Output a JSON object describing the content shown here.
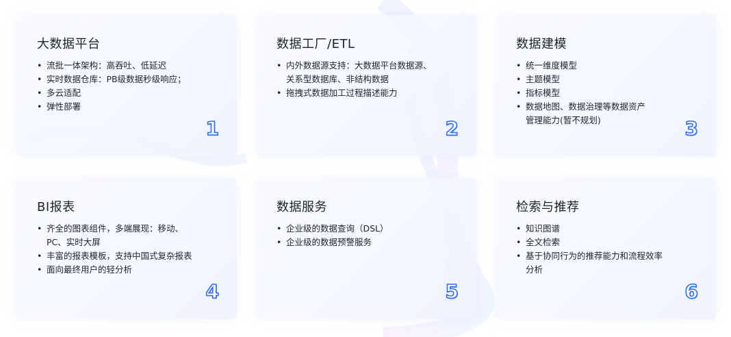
{
  "cards": [
    {
      "title": "大数据平台",
      "number": "1",
      "items": [
        "流批一体架构：高吞吐、低延迟",
        "实时数据仓库：PB级数据秒级响应；",
        "多云适配",
        "弹性部署"
      ]
    },
    {
      "title": "数据工厂/ETL",
      "number": "2",
      "items": [
        "内外数据源支持：大数据平台数据源、",
        "关系型数据库、非结构数据",
        "拖拽式数据加工过程描述能力"
      ]
    },
    {
      "title": "数据建模",
      "number": "3",
      "items": [
        "统一维度模型",
        "主题模型",
        "指标模型",
        "数据地图、数据治理等数据资产",
        "管理能力(暂不规划)"
      ]
    },
    {
      "title": "BI报表",
      "number": "4",
      "items": [
        "齐全的图表组件，多端展现：移动、",
        "PC、实时大屏",
        "丰富的报表模板，支持中国式复杂报表",
        "面向最终用户的轻分析"
      ]
    },
    {
      "title": "数据服务",
      "number": "5",
      "items": [
        "企业级的数据查询（DSL）",
        "企业级的数据预警服务"
      ]
    },
    {
      "title": "检索与推荐",
      "number": "6",
      "items": [
        "知识图谱",
        "全文检索",
        "基于协同行为的推荐能力和流程效率",
        "分析"
      ]
    }
  ],
  "bullet": "•",
  "colors": {
    "accent": "#2f6df6",
    "text": "#1f2329",
    "card_bg": "#f5f7ff"
  }
}
